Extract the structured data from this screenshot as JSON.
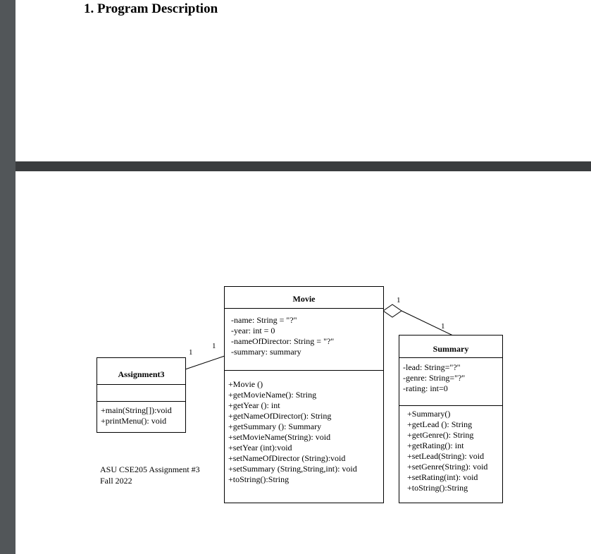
{
  "document": {
    "heading": "1. Program Description"
  },
  "diagram": {
    "classes": {
      "movie": {
        "name": "Movie",
        "attributes": [
          "-name: String = \"?\"",
          "-year: int = 0",
          "-nameOfDirector: String = \"?\"",
          "-summary: summary"
        ],
        "methods": [
          "+Movie ()",
          "+getMovieName(): String",
          "+getYear (): int",
          "+getNameOfDirector(): String",
          "+getSummary (): Summary",
          "+setMovieName(String): void",
          "+setYear (int):void",
          "+setNameOfDirector (String):void",
          "+setSummary (String,String,int): void",
          "+toString():String"
        ]
      },
      "assignment3": {
        "name": "Assignment3",
        "attributes": [],
        "methods": [
          "+main(String[]):void",
          "+printMenu(): void"
        ]
      },
      "summary": {
        "name": "Summary",
        "attributes": [
          "-lead: String=\"?\"",
          "-genre: String=\"?\"",
          "-rating: int=0"
        ],
        "methods": [
          "+Summary()",
          "+getLead (): String",
          "+getGenre(): String",
          "+getRating(): int",
          "+setLead(String): void",
          "+setGenre(String): void",
          "+setRating(int): void",
          "+toString():String"
        ]
      }
    },
    "multiplicities": {
      "assignment_end": "1",
      "movie_end_assoc": "1",
      "movie_end_aggr": "1",
      "summary_end": "1"
    },
    "note": {
      "line1": "ASU CSE205 Assignment #3",
      "line2": "Fall 2022"
    }
  }
}
